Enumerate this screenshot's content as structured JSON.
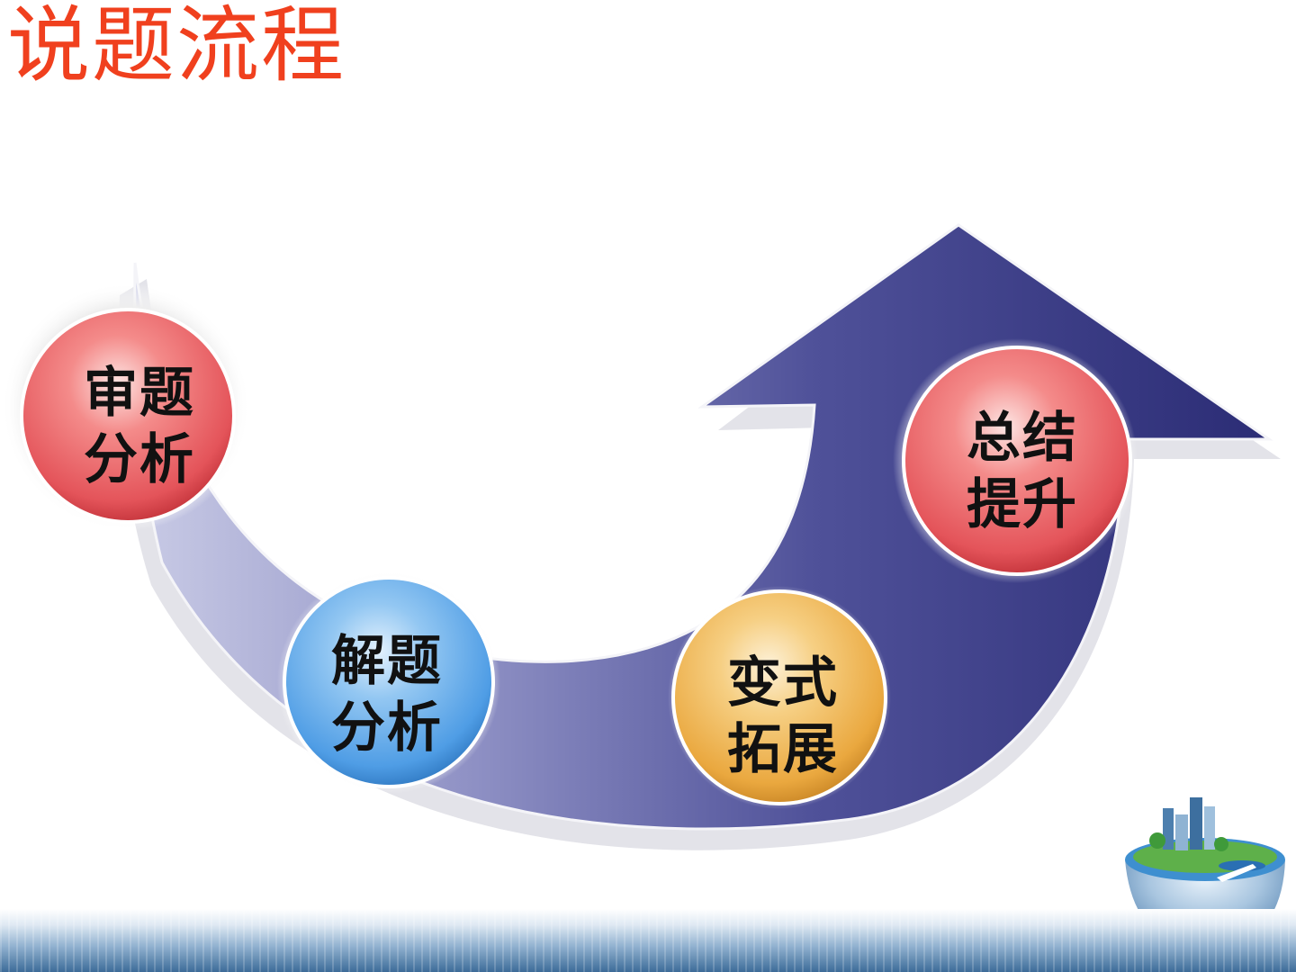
{
  "title": {
    "text": "说题流程",
    "color": "#f0401e"
  },
  "steps": [
    {
      "line1": "审题",
      "line2": "分析",
      "color": "red"
    },
    {
      "line1": "解题",
      "line2": "分析",
      "color": "blue"
    },
    {
      "line1": "变式",
      "line2": "拓展",
      "color": "orange"
    },
    {
      "line1": "总结",
      "line2": "提升",
      "color": "red"
    }
  ],
  "colors": {
    "arrow_dark": "#2e2f7a",
    "arrow_light": "#b4b7dc",
    "red_ball": "#ea5a5f",
    "blue_ball": "#59a6e8",
    "orange_ball": "#ecb04f"
  },
  "icons": {
    "corner_decoration": "globe-with-city-icon"
  }
}
